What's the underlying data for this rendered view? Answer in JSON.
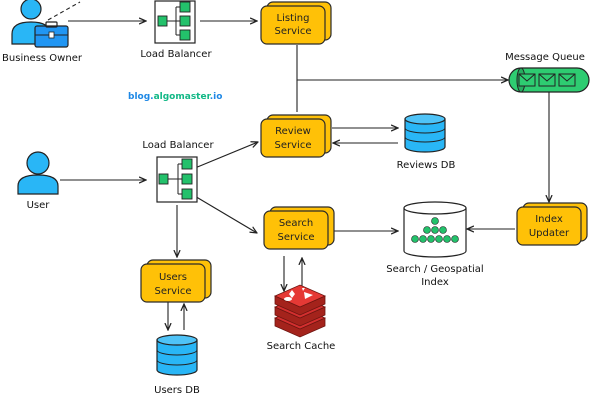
{
  "colors": {
    "service_fill": "#FFC107",
    "service_stroke": "#2a2a2a",
    "db_fill": "#29B6F6",
    "queue_fill": "#2ECC71",
    "lb_fill": "#23C16B",
    "user_fill": "#29B6F6",
    "cache_fill": "#D32F2F",
    "brand_blue": "#1E88E5",
    "brand_green": "#12B886"
  },
  "nodes": {
    "business_owner": {
      "label": "Business Owner",
      "icon": "business-owner-icon"
    },
    "user": {
      "label": "User",
      "icon": "user-icon"
    },
    "lb_top": {
      "label": "Load Balancer",
      "icon": "load-balancer-icon"
    },
    "lb_mid": {
      "label": "Load Balancer",
      "icon": "load-balancer-icon"
    },
    "listing_service": {
      "line1": "Listing",
      "line2": "Service"
    },
    "review_service": {
      "line1": "Review",
      "line2": "Service"
    },
    "search_service": {
      "line1": "Search",
      "line2": "Service"
    },
    "users_service": {
      "line1": "Users",
      "line2": "Service"
    },
    "index_updater": {
      "line1": "Index",
      "line2": "Updater"
    },
    "message_queue": {
      "label": "Message Queue",
      "icon": "message-queue-icon"
    },
    "reviews_db": {
      "label": "Reviews DB",
      "icon": "database-icon"
    },
    "users_db": {
      "label": "Users DB",
      "icon": "database-icon"
    },
    "search_index": {
      "line1": "Search / Geospatial",
      "line2": "Index",
      "icon": "search-index-icon"
    },
    "search_cache": {
      "label": "Search Cache",
      "icon": "redis-cache-icon"
    }
  },
  "watermark": {
    "part1": "blog.",
    "part2": "algomaster",
    "part3": ".io"
  }
}
